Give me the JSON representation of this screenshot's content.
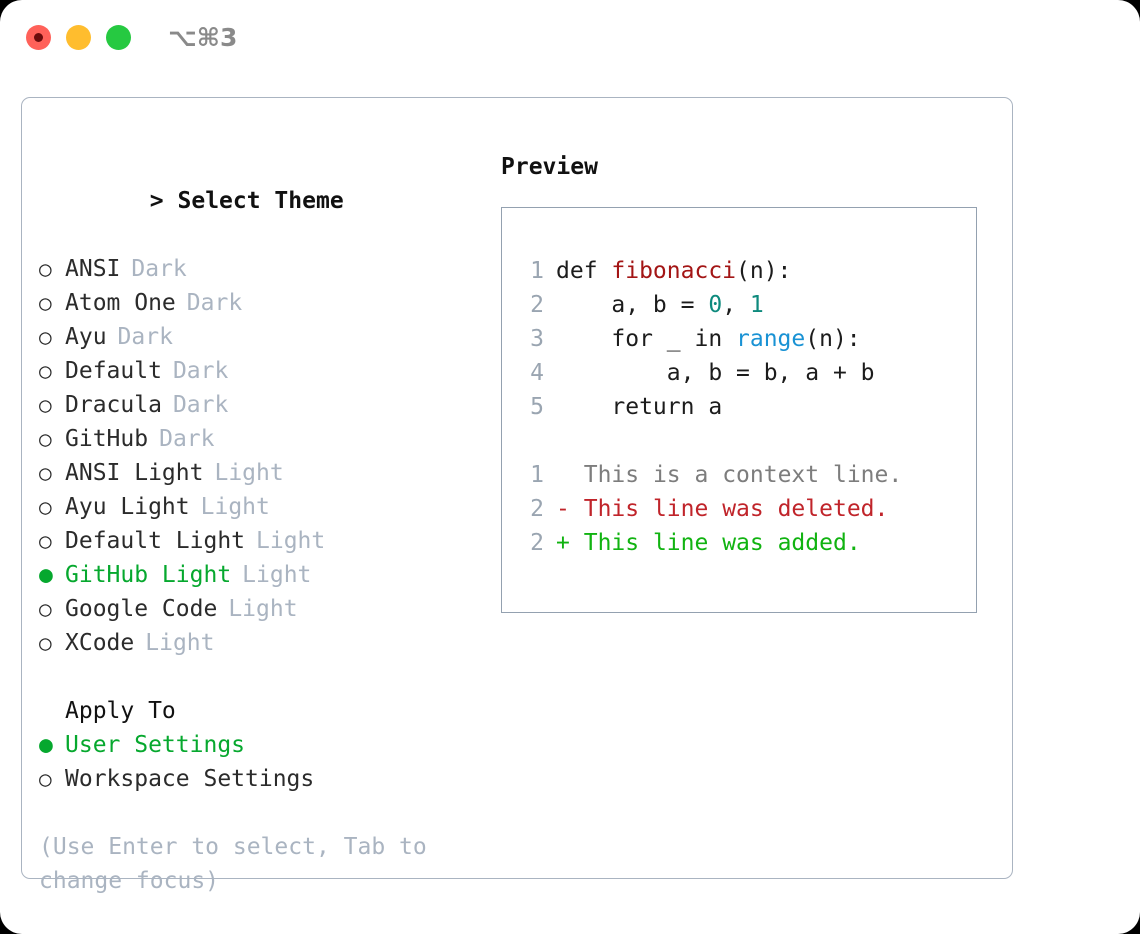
{
  "titlebar": {
    "shortcut": "⌥⌘3",
    "controls": [
      {
        "name": "close",
        "color": "#ff6159"
      },
      {
        "name": "minimize",
        "color": "#ffbd2e"
      },
      {
        "name": "maximize",
        "color": "#26c941"
      }
    ]
  },
  "theme_panel": {
    "caret": ">",
    "header": "Select Theme",
    "bullet_off": "○",
    "bullet_on": "●",
    "items": [
      {
        "label": "ANSI",
        "variant": "Dark",
        "selected": false
      },
      {
        "label": "Atom One",
        "variant": "Dark",
        "selected": false
      },
      {
        "label": "Ayu",
        "variant": "Dark",
        "selected": false
      },
      {
        "label": "Default",
        "variant": "Dark",
        "selected": false
      },
      {
        "label": "Dracula",
        "variant": "Dark",
        "selected": false
      },
      {
        "label": "GitHub",
        "variant": "Dark",
        "selected": false
      },
      {
        "label": "ANSI Light",
        "variant": "Light",
        "selected": false
      },
      {
        "label": "Ayu Light",
        "variant": "Light",
        "selected": false
      },
      {
        "label": "Default Light",
        "variant": "Light",
        "selected": false
      },
      {
        "label": "GitHub Light",
        "variant": "Light",
        "selected": true
      },
      {
        "label": "Google Code",
        "variant": "Light",
        "selected": false
      },
      {
        "label": "XCode",
        "variant": "Light",
        "selected": false
      }
    ]
  },
  "apply_to": {
    "header": "Apply To",
    "options": [
      {
        "label": "User Settings",
        "selected": true
      },
      {
        "label": "Workspace Settings",
        "selected": false
      }
    ]
  },
  "hint": "(Use Enter to select, Tab to change focus)",
  "preview": {
    "title": "Preview",
    "code_lines": [
      {
        "no": "1",
        "segments": [
          {
            "text": "def ",
            "style": "plain"
          },
          {
            "text": "fibonacci",
            "style": "fn"
          },
          {
            "text": "(n):",
            "style": "plain"
          }
        ]
      },
      {
        "no": "2",
        "segments": [
          {
            "text": "    a, b = ",
            "style": "plain"
          },
          {
            "text": "0",
            "style": "num"
          },
          {
            "text": ", ",
            "style": "plain"
          },
          {
            "text": "1",
            "style": "num"
          }
        ]
      },
      {
        "no": "3",
        "segments": [
          {
            "text": "    for _ in ",
            "style": "plain"
          },
          {
            "text": "range",
            "style": "call"
          },
          {
            "text": "(n):",
            "style": "plain"
          }
        ]
      },
      {
        "no": "4",
        "segments": [
          {
            "text": "        a, b = b, a + b",
            "style": "plain"
          }
        ]
      },
      {
        "no": "5",
        "segments": [
          {
            "text": "    return a",
            "style": "plain"
          }
        ]
      }
    ],
    "diff_lines": [
      {
        "no": "1",
        "marker": " ",
        "text": "This is a context line.",
        "kind": "context"
      },
      {
        "no": "2",
        "marker": "-",
        "text": "This line was deleted.",
        "kind": "deleted"
      },
      {
        "no": "2",
        "marker": "+",
        "text": "This line was added.",
        "kind": "added"
      }
    ]
  },
  "colors": {
    "accent_green": "#06a82e",
    "muted": "#aab4c1",
    "diff_add": "#11b311",
    "diff_del": "#c0242a",
    "syntax_fn": "#a31515",
    "syntax_num": "#0e8a7d",
    "syntax_call": "#1992d4"
  }
}
